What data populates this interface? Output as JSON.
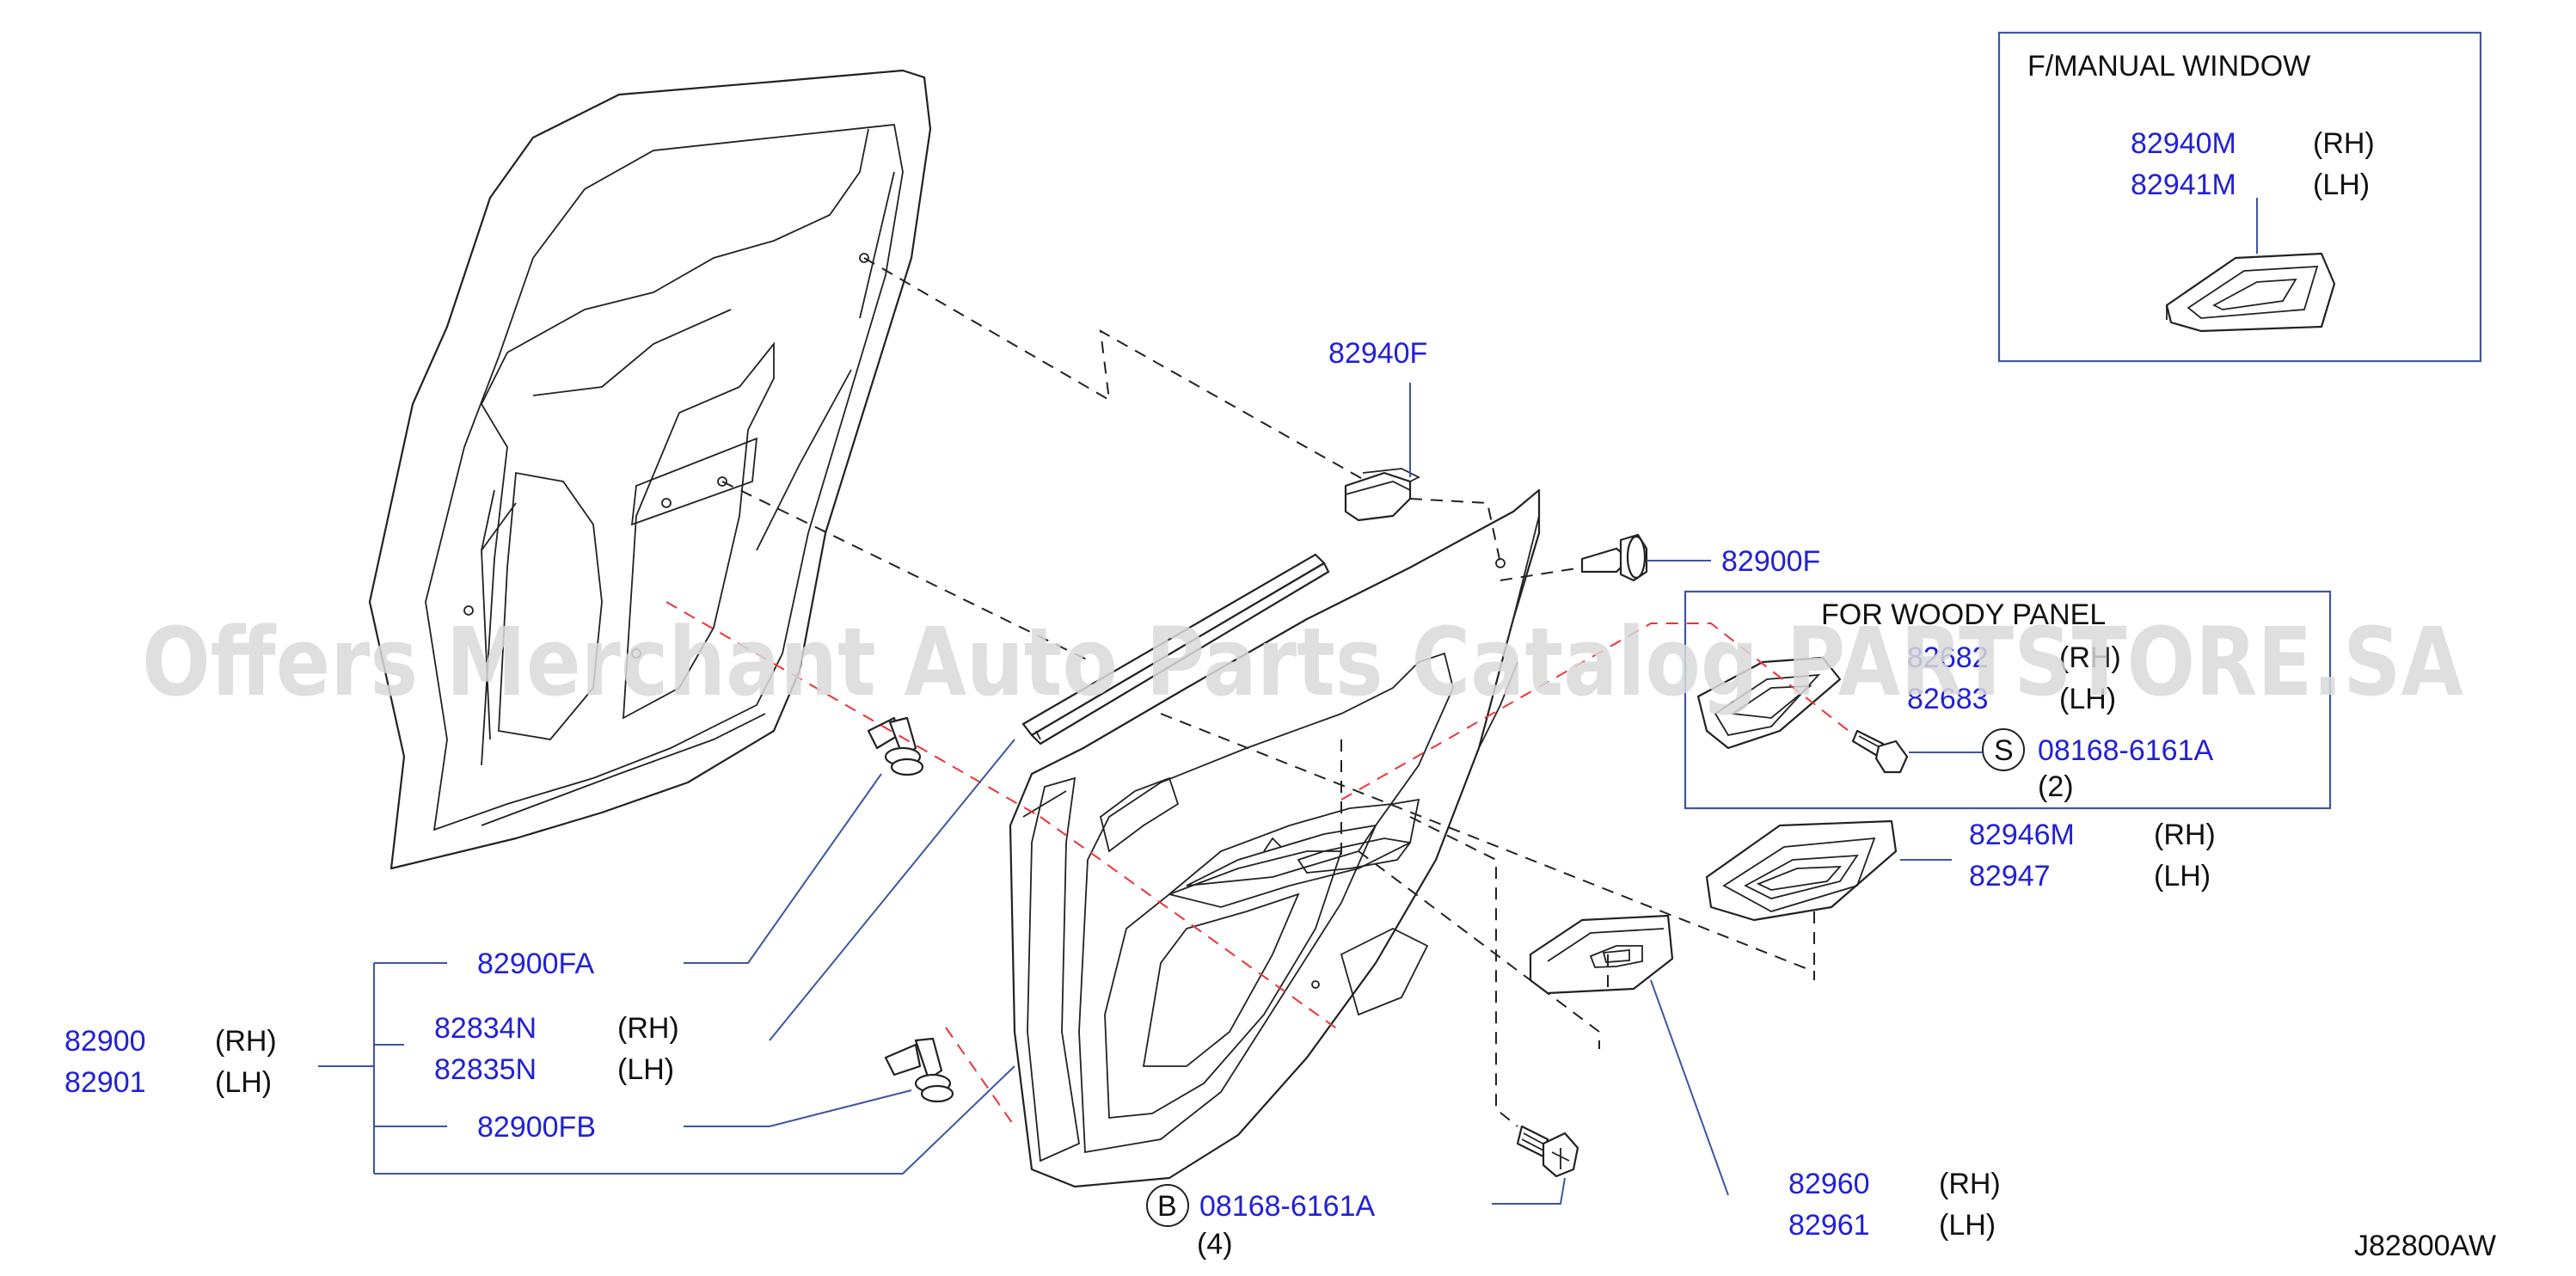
{
  "callouts": [
    {
      "part": "82940F"
    },
    {
      "part": "82900F"
    },
    {
      "part": "82900FA"
    },
    {
      "part": "82834N",
      "side": "(RH)"
    },
    {
      "part": "82835N",
      "side": "(LH)"
    },
    {
      "part": "82900",
      "side": "(RH)"
    },
    {
      "part": "82901",
      "side": "(LH)"
    },
    {
      "part": "82900FB"
    },
    {
      "part": "08168-6161A",
      "qty": "(4)",
      "symbol": "B"
    },
    {
      "part": "82960",
      "side": "(RH)"
    },
    {
      "part": "82961",
      "side": "(LH)"
    },
    {
      "part": "82946M",
      "side": "(RH)"
    },
    {
      "part": "82947",
      "side": "(LH)"
    }
  ],
  "boxes": {
    "manual_window": {
      "title": "F/MANUAL   WINDOW",
      "items": [
        {
          "part": "82940M",
          "side": "(RH)"
        },
        {
          "part": "82941M",
          "side": "(LH)"
        }
      ]
    },
    "woody_panel": {
      "title": "FOR   WOODY   PANEL",
      "items": [
        {
          "part": "82682",
          "side": "(RH)"
        },
        {
          "part": "82683",
          "side": "(LH)"
        }
      ],
      "screw": {
        "symbol": "S",
        "part": "08168-6161A",
        "qty": "(2)"
      }
    }
  },
  "diagram_code": "J82800AW",
  "watermark": "Offers Merchant Auto Parts Catalog PARTSTORE.SA",
  "colors": {
    "part_number": "#2121d6",
    "leader": "#3b56a3",
    "dash_red": "#e33333"
  }
}
